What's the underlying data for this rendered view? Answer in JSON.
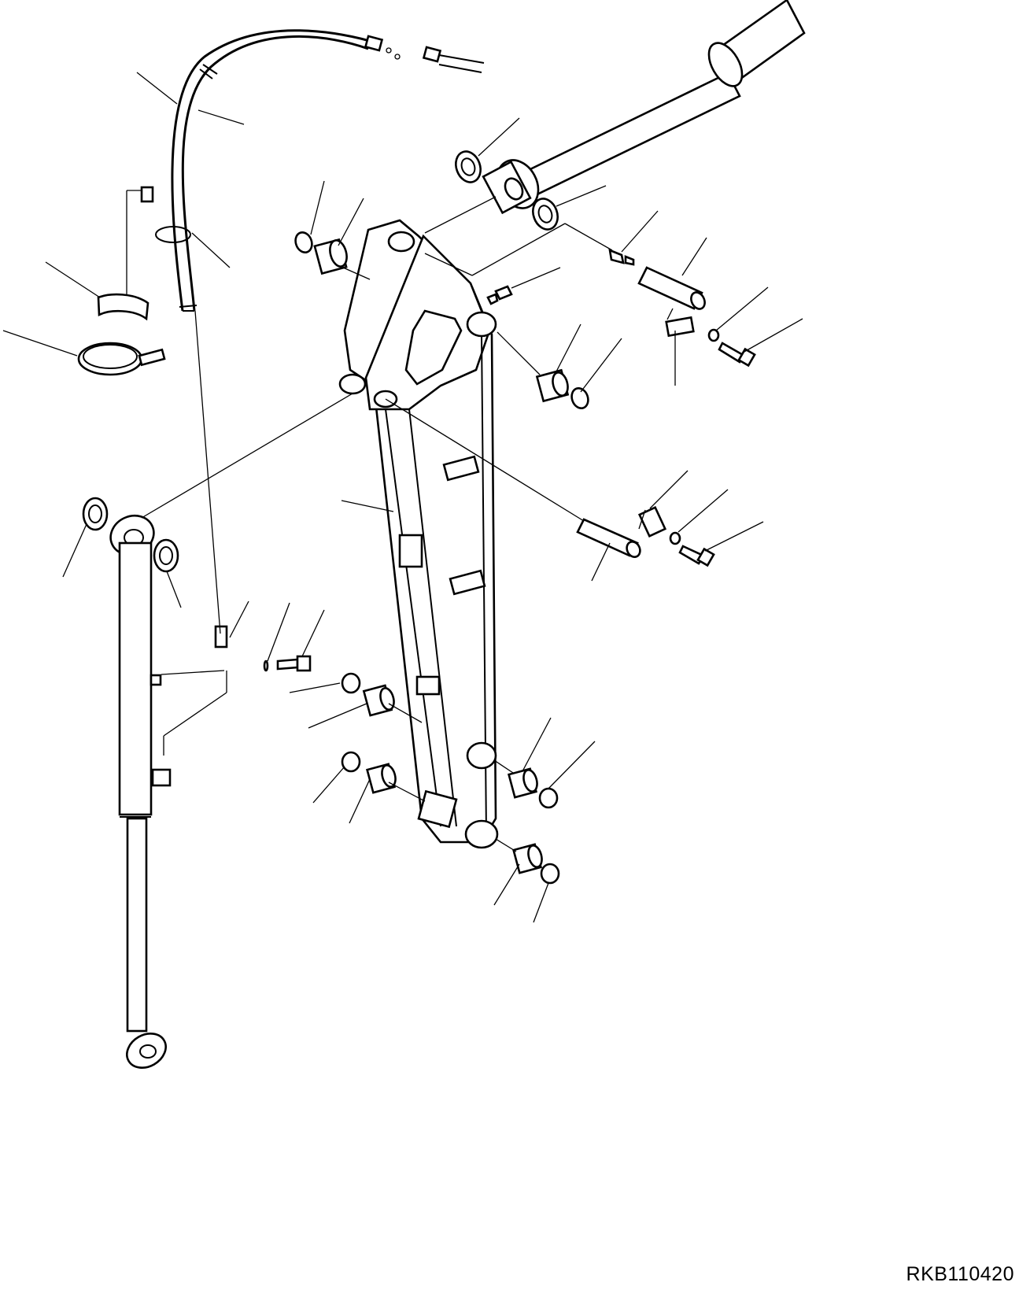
{
  "drawing_code": "RKB110420",
  "colors": {
    "ink": "#000000",
    "paper": "#ffffff"
  },
  "parts": [
    "upper-cylinder",
    "hose",
    "hose-clamp",
    "clamp-band",
    "arm",
    "bucket-cylinder",
    "pin",
    "washer",
    "bushing",
    "plate",
    "bolt",
    "grease-fitting"
  ]
}
